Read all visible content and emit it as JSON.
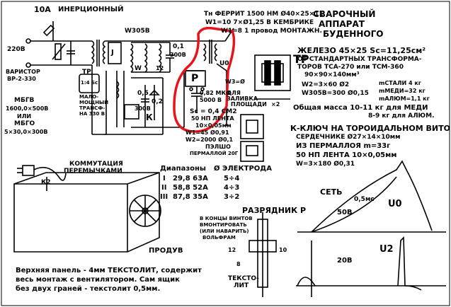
{
  "schematic": {
    "fuse_label": "10А",
    "circuit_type": "ИНЕРЦИОННЫЙ",
    "mains_voltage": "220В",
    "varistor_label": "ВАРИСТОР",
    "varistor_model": "ВР-2-330",
    "mbgv_line1": "МБГВ",
    "mbgv_line2": "1600,0×500В",
    "mbgv_or": "ИЛИ",
    "mbgo": "МБГО",
    "mbgo_value": "5×30,0×300В",
    "winding_w": "W305В",
    "relay_j": "J",
    "tp_small": "ТР",
    "tp_small_detail": "1:4 Sc",
    "maloi_mosch": "МАЛО-",
    "maloi_mosch2": "МОЩНЫЙ",
    "transformer_330": "ТРАНСФ-",
    "transformer_330b": "НА 330 В",
    "cap_01": "0,1",
    "cap_01_v": "300В",
    "cap_05": "0,5",
    "cap_05_v": "300В",
    "cap_02": "0,2",
    "label_k": "К",
    "w_small": "W",
    "v_12": "12",
    "ferrite_title": "Тн ФЕРРИТ 1500 НМ Ø40×25×11",
    "ferrite_w1": "W1=10 7×Ø1,25 В КЕМБРИКЕ",
    "ferrite_w2": "W1=8 1 провод МОНТАЖН.",
    "label_p": "Р",
    "cap_p": "0,82 МКФ",
    "cap_p_v": "5000 В",
    "sc_eq": "Sc = 0,4 СМ2",
    "tape": "50 НП ЛЕНТА",
    "tape2": "10×0,05мм",
    "w1": "W1=45 Ø0,91",
    "w2": "W2=2000 Ø0,1",
    "pelshko": "ПЭЛШО",
    "permalloy": "ПЕРМАЛЛОЙ 20Г",
    "u2_w3": "W3=Ø",
    "dlya": "ДЛЯ",
    "ploschadi": "ПЛОЩАДИ",
    "zalivka": "ЗАЛИВКА",
    "u0": "U0",
    "jx2": "×2"
  },
  "header": {
    "line1": "СВАРОЧНЫЙ",
    "line2": "АППАРАТ",
    "line3": "БУДЕННОГО"
  },
  "tr_spec": {
    "label": "ТР",
    "core": "ЖЕЛЕЗО 45×25  Sc=11,25см²",
    "source": "ОТ СТАНДАРТНЫХ ТРАНСФОРМА-",
    "source2": "ТОРОВ ТСА-270 или ТСМ-360",
    "dims": "90×90×140мм³",
    "w2": "W2=3×60 Ø2",
    "w305": "W305В=300 Ø0,15",
    "mass_steel": "mСТАЛИ 4 кг",
    "mass_copper": "mМЕДИ=32 кг",
    "mass_al": "mАЛЮМ=1,1 кг",
    "total": "Общая масса 10-11 кг для МЕДИ",
    "total2": "8-9 кг для АЛЮМ."
  },
  "key": {
    "line1": "К-КЛЮЧ НА ТОРОИДАЛЬНОМ ВИТОМ",
    "line2": "СЕРДЕЧНИКЕ Ø27×14×10мм",
    "line3": "ИЗ ПЕРМАЛЛОЯ m=33г",
    "line4": "50 НП ЛЕНТА 10×0,05мм",
    "line5": "W=3×180 Ø0,31"
  },
  "box": {
    "kommutatsia": "КОММУТАЦИЯ",
    "peremychkami": "ПЕРЕМЫЧКАМИ",
    "k_label": "К2",
    "produv": "ПРОДУВ",
    "bottom1": "Верхняя панель - 4мм ТЕКСТОЛИТ, содержит",
    "bottom2": "весь монтаж с вентилятором. Сам ящик",
    "bottom3": "без двух граней - текстолит 0,5мм."
  },
  "table": {
    "col1": "Диапазоны",
    "col2": "Ø ЭЛЕКТРОДА",
    "rows": [
      {
        "num": "I",
        "val": "29,8 63А",
        "el": "5÷4"
      },
      {
        "num": "II",
        "val": "58,8 52А",
        "el": "4÷3"
      },
      {
        "num": "III",
        "val": "87,8 35А",
        "el": "3÷2"
      }
    ]
  },
  "discharger": {
    "title": "РАЗРЯДНИК Р",
    "note1": "В КОНЦЫ ВИНТОВ",
    "note2": "ВМОНТИРОВАТЬ",
    "note3": "(ИЛИ НАВАРИТЬ)",
    "note4": "ВОЛЬФРАМ",
    "dim": "12",
    "dim2": "8",
    "dim3": "10",
    "textolite": "ТЕКСТО-",
    "textolite2": "ЛИТ"
  },
  "waveform": {
    "sete": "СЕТЬ",
    "time": "0,5мс",
    "v50": "50В",
    "u0": "U0",
    "u2": "U2",
    "v20": "20В"
  },
  "colors": {
    "highlight": "#e8141b",
    "ink": "#000000"
  }
}
